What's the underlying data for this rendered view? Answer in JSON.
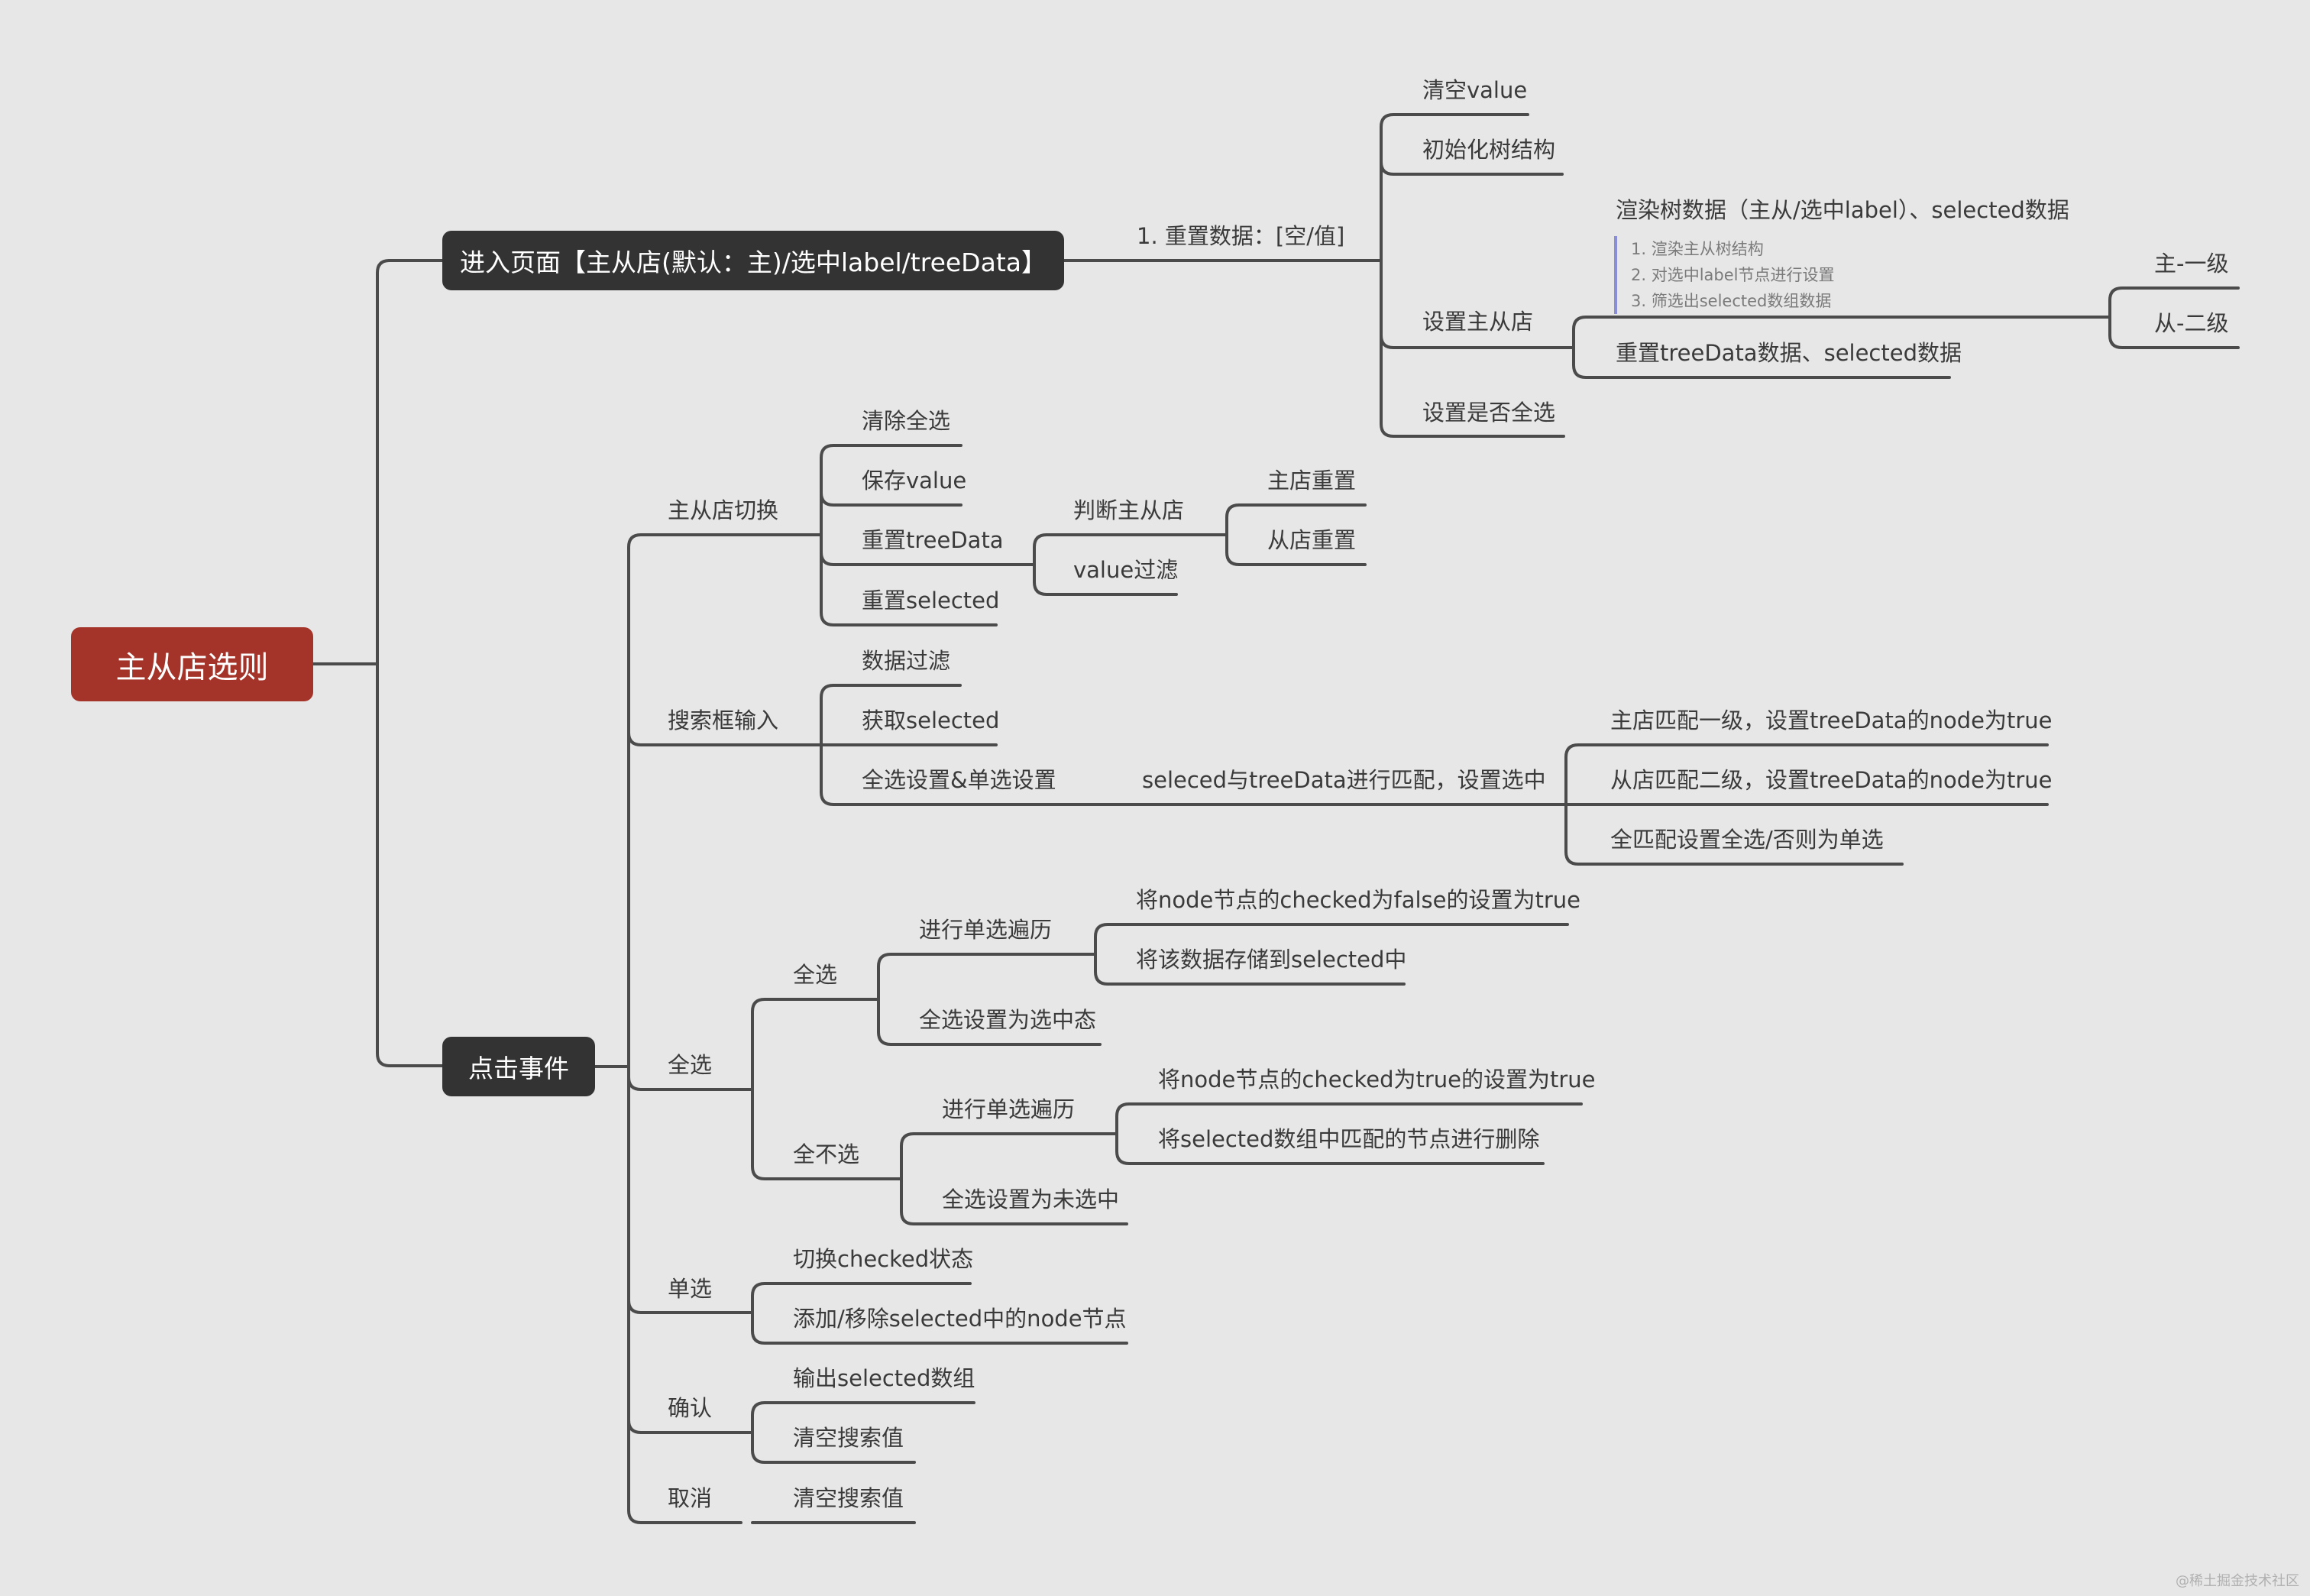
{
  "root": "主从店选则",
  "enter_page": {
    "title": "进入页面【主从店(默认：主)/选中label/treeData】",
    "reset": "1. 重置数据：[空/值]",
    "clear_value": "清空value",
    "init_tree": "初始化树结构",
    "set_main_sub": "设置主从店",
    "render": "渲染树数据（主从/选中label）、selected数据",
    "notes": [
      "1. 渲染主从树结构",
      "2. 对选中label节点进行设置",
      "3. 筛选出selected数组数据"
    ],
    "main_level": "主-一级",
    "sub_level": "从-二级",
    "reset_tree": "重置treeData数据、selected数据",
    "set_all": "设置是否全选"
  },
  "click": {
    "title": "点击事件",
    "switch": {
      "label": "主从店切换",
      "clear_all": "清除全选",
      "save_value": "保存value",
      "reset_tree": "重置treeData",
      "reset_selected": "重置selected",
      "judge": "判断主从店",
      "main_reset": "主店重置",
      "sub_reset": "从店重置",
      "value_filter": "value过滤"
    },
    "search": {
      "label": "搜索框输入",
      "filter": "数据过滤",
      "get_selected": "获取selected",
      "set": "全选设置&单选设置",
      "match": "seleced与treeData进行匹配，设置选中",
      "m1": "主店匹配一级，设置treeData的node为true",
      "m2": "从店匹配二级，设置treeData的node为true",
      "m3": "全匹配设置全选/否则为单选"
    },
    "select_all": {
      "label": "全选",
      "all": {
        "label": "全选",
        "traverse": "进行单选遍历",
        "a1": "将node节点的checked为false的设置为true",
        "a2": "将该数据存储到selected中",
        "state": "全选设置为选中态"
      },
      "none": {
        "label": "全不选",
        "traverse": "进行单选遍历",
        "b1": "将node节点的checked为true的设置为true",
        "b2": "将selected数组中匹配的节点进行删除",
        "state": "全选设置为未选中"
      }
    },
    "single": {
      "label": "单选",
      "toggle": "切换checked状态",
      "add_remove": "添加/移除selected中的node节点"
    },
    "confirm": {
      "label": "确认",
      "output": "输出selected数组",
      "clear": "清空搜索值"
    },
    "cancel": {
      "label": "取消",
      "clear": "清空搜索值"
    }
  },
  "watermark": "@稀土掘金技术社区",
  "colors": {
    "background": "#e7e7e7",
    "root": "#a4342a",
    "main_topic": "#333333",
    "line": "#4b4b4b",
    "note_bar": "#8a8ed6"
  }
}
